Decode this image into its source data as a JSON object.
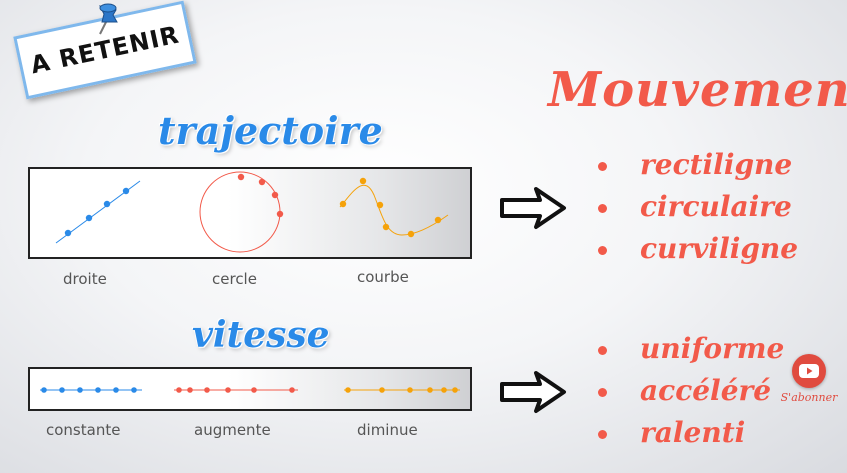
{
  "badge": {
    "text": "A RETENIR"
  },
  "trajectoire": {
    "title": "trajectoire",
    "captions": [
      "droite",
      "cercle",
      "courbe"
    ]
  },
  "vitesse": {
    "title": "vitesse",
    "captions": [
      "constante",
      "augmente",
      "diminue"
    ]
  },
  "mouvement": {
    "title": "Mouvement",
    "types": [
      "rectiligne",
      "circulaire",
      "curviligne"
    ],
    "speeds": [
      "uniforme",
      "accéléré",
      "ralenti"
    ]
  },
  "youtube": {
    "label": "S'abonner"
  },
  "colors": {
    "blue": "#2a8ae8",
    "red": "#f25a4a",
    "orange": "#f5a20a",
    "youtube_red": "#e04b3f"
  },
  "icons": [
    "push-pin-icon",
    "arrow-right-icon",
    "youtube-play-icon"
  ]
}
